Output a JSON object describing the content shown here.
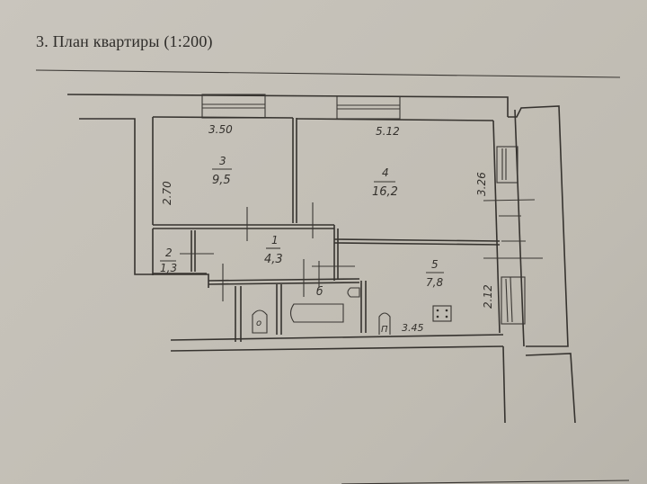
{
  "document": {
    "title": "3. План квартиры (1:200)"
  },
  "floor_plan": {
    "scale": "1:200",
    "rooms": [
      {
        "number": "1",
        "area": "4.3",
        "label_number": "1",
        "label_area": "4,3"
      },
      {
        "number": "2",
        "area": "1.3",
        "label_number": "2",
        "label_area": "1,3"
      },
      {
        "number": "3",
        "area": "9.5",
        "label_number": "3",
        "label_area": "9,5"
      },
      {
        "number": "4",
        "area": "16.2",
        "label_number": "4",
        "label_area": "16,2"
      },
      {
        "number": "5",
        "area": "7.8",
        "label_number": "5",
        "label_area": "7,8"
      }
    ],
    "dimensions": {
      "room3_width": "3.50",
      "room3_height": "2.70",
      "room4_width": "5.12",
      "room4_height": "3.26",
      "room5_height": "2.12",
      "room5_width": "3.45"
    },
    "fixtures": {
      "bath_mark": "б",
      "toilet_mark": "о",
      "stove_mark": "П"
    }
  }
}
